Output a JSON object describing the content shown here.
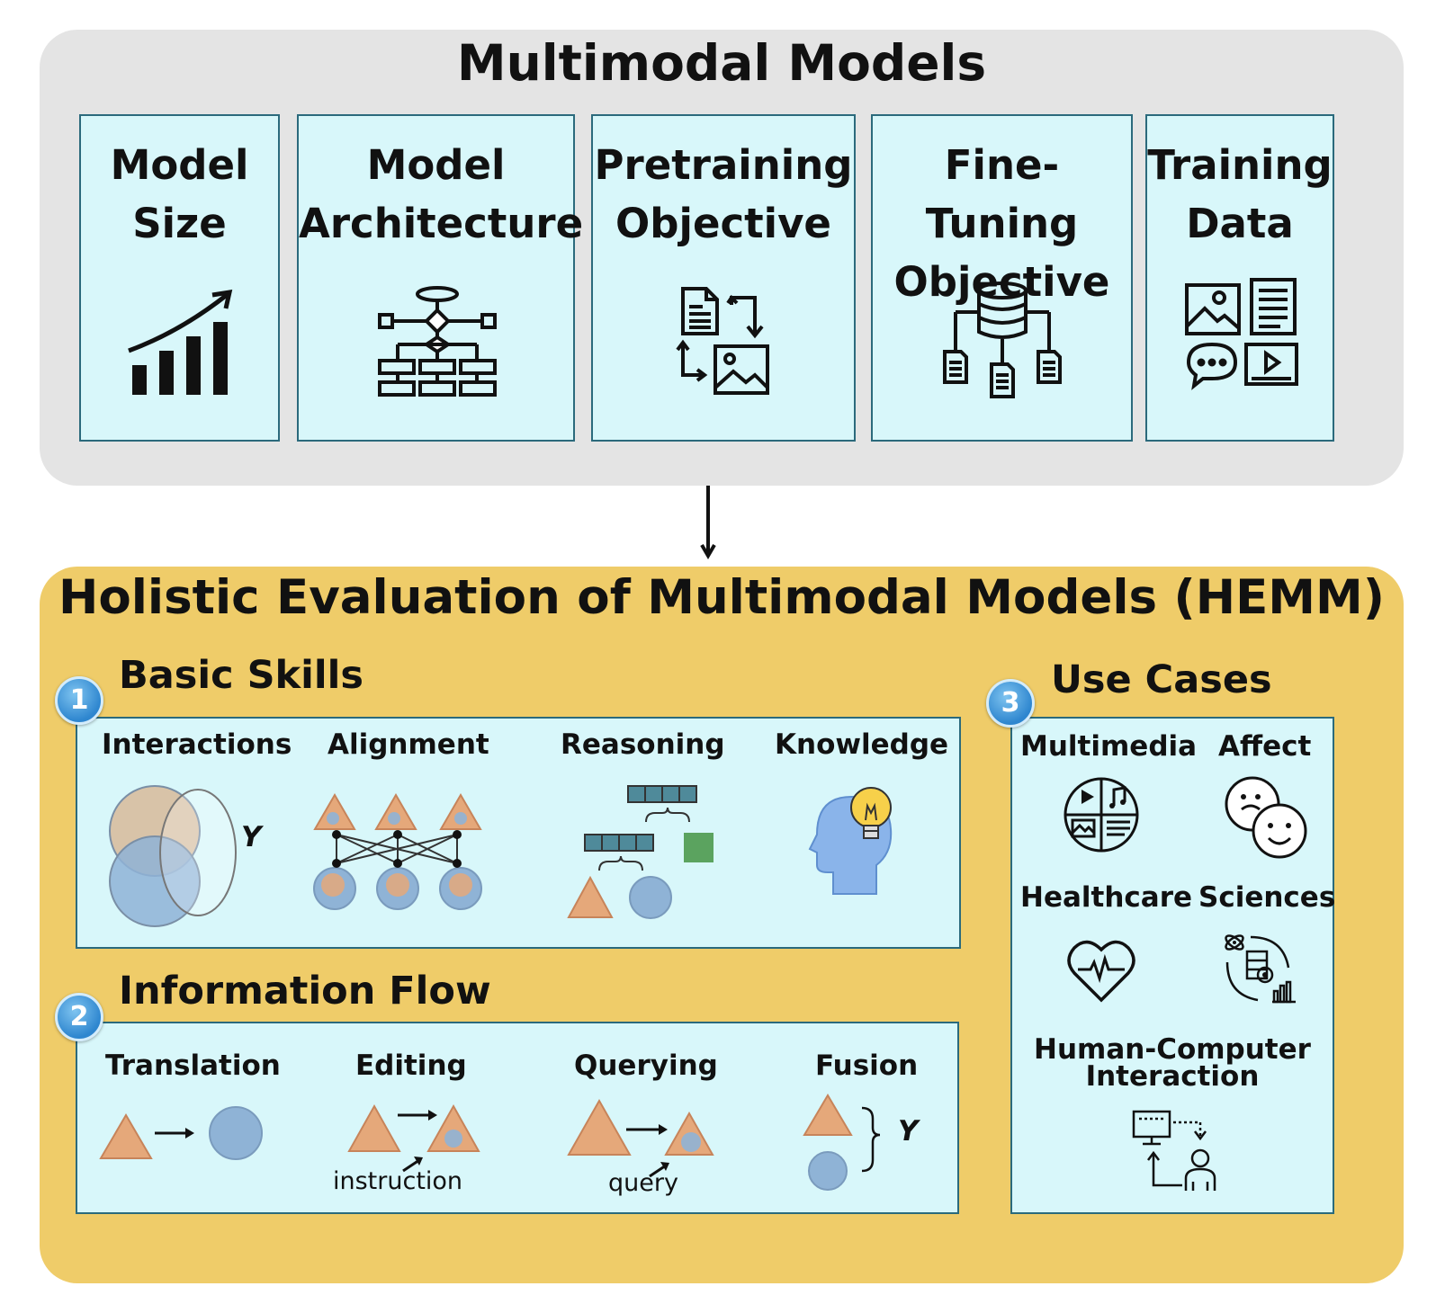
{
  "top": {
    "title": "Multimodal Models",
    "cards": [
      {
        "line1": "Model",
        "line2": "Size",
        "icon": "bar-chart-growth-icon"
      },
      {
        "line1": "Model",
        "line2": "Architecture",
        "icon": "architecture-flowchart-icon"
      },
      {
        "line1": "Pretraining",
        "line2": "Objective",
        "icon": "document-image-exchange-icon"
      },
      {
        "line1": "Fine-Tuning",
        "line2": "Objective",
        "icon": "database-documents-icon"
      },
      {
        "line1": "Training",
        "line2": "Data",
        "icon": "multimedia-data-icon"
      }
    ]
  },
  "hemm": {
    "title": "Holistic Evaluation of Multimodal Models (HEMM)",
    "basic_skills": {
      "number": "1",
      "title": "Basic Skills",
      "items": [
        "Interactions",
        "Alignment",
        "Reasoning",
        "Knowledge"
      ],
      "y_label": "Y"
    },
    "information_flow": {
      "number": "2",
      "title": "Information Flow",
      "items": [
        "Translation",
        "Editing",
        "Querying",
        "Fusion"
      ],
      "instruction_label": "instruction",
      "query_label": "query",
      "y_label": "Y"
    },
    "use_cases": {
      "number": "3",
      "title": "Use Cases",
      "items": [
        "Multimedia",
        "Affect",
        "Healthcare",
        "Sciences"
      ],
      "hci_line1": "Human-Computer",
      "hci_line2": "Interaction"
    }
  },
  "colors": {
    "top_panel": "#e4e4e4",
    "card_fill": "#d8f7fa",
    "card_border": "#2b6a7c",
    "bottom_panel": "#efcc69",
    "triangle": "#e5a87a",
    "circle": "#8fb3d6",
    "square_green": "#5ba35f",
    "bar_blue": "#4f8a9a"
  }
}
